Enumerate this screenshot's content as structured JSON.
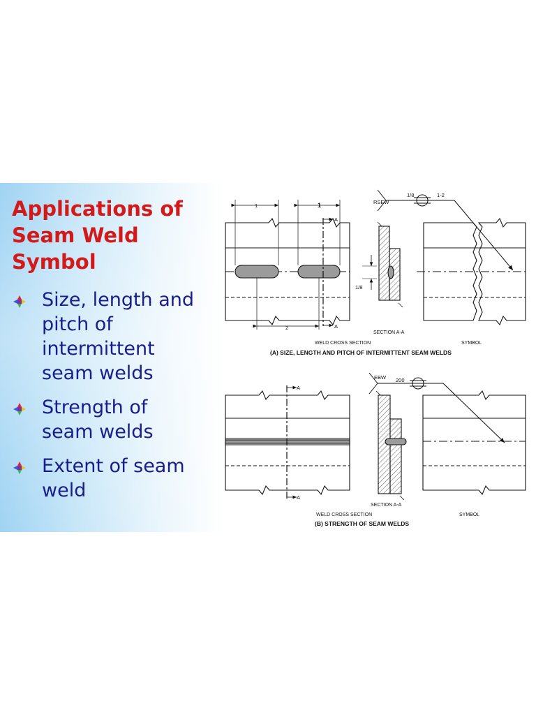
{
  "slide": {
    "title_lines": [
      "Applications of",
      "Seam Weld",
      "Symbol"
    ],
    "bullets": [
      {
        "lines": [
          "Size, length and",
          "pitch of",
          "intermittent",
          "seam welds"
        ]
      },
      {
        "lines": [
          "Strength of",
          "seam welds"
        ]
      },
      {
        "lines": [
          "Extent of seam",
          "weld"
        ]
      }
    ],
    "colors": {
      "title": "#d21a1a",
      "bullet_text": "#1a1e8c",
      "sidebar": "#a6d6f4"
    },
    "bullet_icon": "four-color-arrow-bullet-icon"
  },
  "figure": {
    "panel_a": {
      "caption": "(A) SIZE, LENGTH AND PITCH OF INTERMITTENT SEAM WELDS",
      "weld_cross_section_label": "WELD CROSS SECTION",
      "section_label": "SECTION A-A",
      "symbol_label": "SYMBOL",
      "process": "RSEW",
      "size": "1/8",
      "length_pitch": "1-2",
      "dim_length_1": "1",
      "dim_length_2": "1",
      "dim_pitch": "2",
      "dim_thickness": "1/8",
      "section_marker": "A"
    },
    "panel_b": {
      "caption": "(B) STRENGTH OF SEAM WELDS",
      "weld_cross_section_label": "WELD CROSS SECTION",
      "section_label": "SECTION A-A",
      "symbol_label": "SYMBOL",
      "process": "EBW",
      "strength": "200",
      "section_marker": "A"
    }
  }
}
